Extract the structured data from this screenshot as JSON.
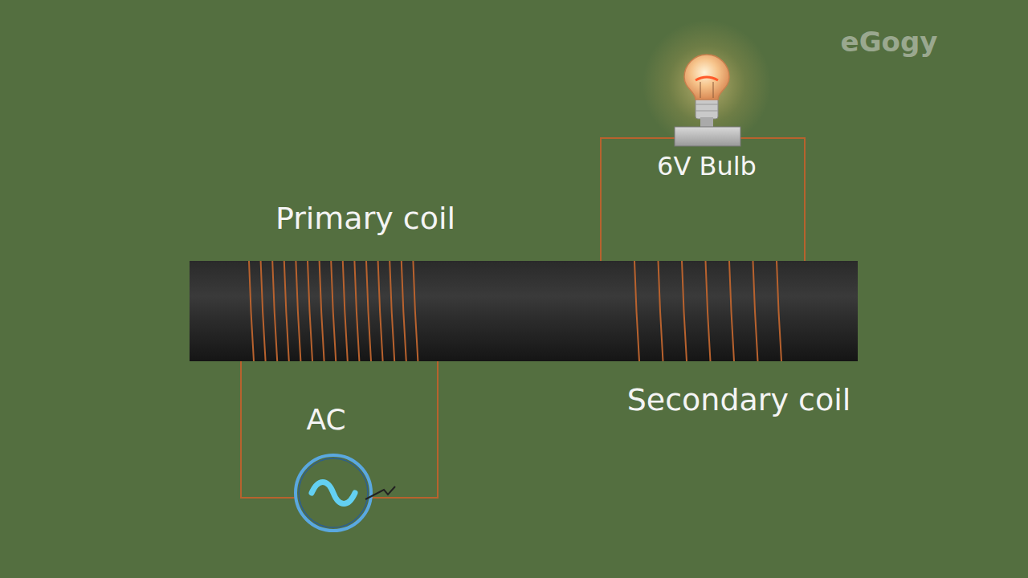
{
  "diagram": {
    "labels": [
      "eGogy",
      "6V Bulb",
      "Primary coil",
      "AC",
      "Secondary coil"
    ]
  }
}
